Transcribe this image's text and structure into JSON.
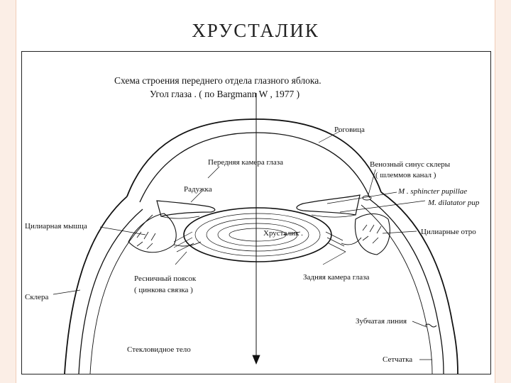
{
  "slide": {
    "title": "ХРУСТАЛИК"
  },
  "figure": {
    "caption_line1": "Схема строения переднего отдела глазного яблока.",
    "caption_line2": "Угол  глаза .   ( по Bargmann W , 1977 )",
    "labels": {
      "cornea": "Роговица",
      "anterior_chamber": "Передняя камера глаза",
      "scleral_sinus_1": "Венозный синус склеры",
      "scleral_sinus_2": "( шлеммов канал )",
      "iris": "Радужка",
      "sphincter": "M . sphincter pupillae",
      "dilatator": "M. dilatator pup",
      "ciliary_muscle": "Цилиарная мышца",
      "lens": "Хрусталик .",
      "ciliary_processes": "Цилиарные отро",
      "zonule_1": "Ресничный  поясок",
      "zonule_2": "( цинкова  связка )",
      "posterior_chamber": "Задняя камера глаза",
      "sclera": "Склера",
      "ora_serrata": "Зубчатая линия",
      "vitreous": "Стекловидное тело",
      "retina": "Сетчатка"
    }
  }
}
